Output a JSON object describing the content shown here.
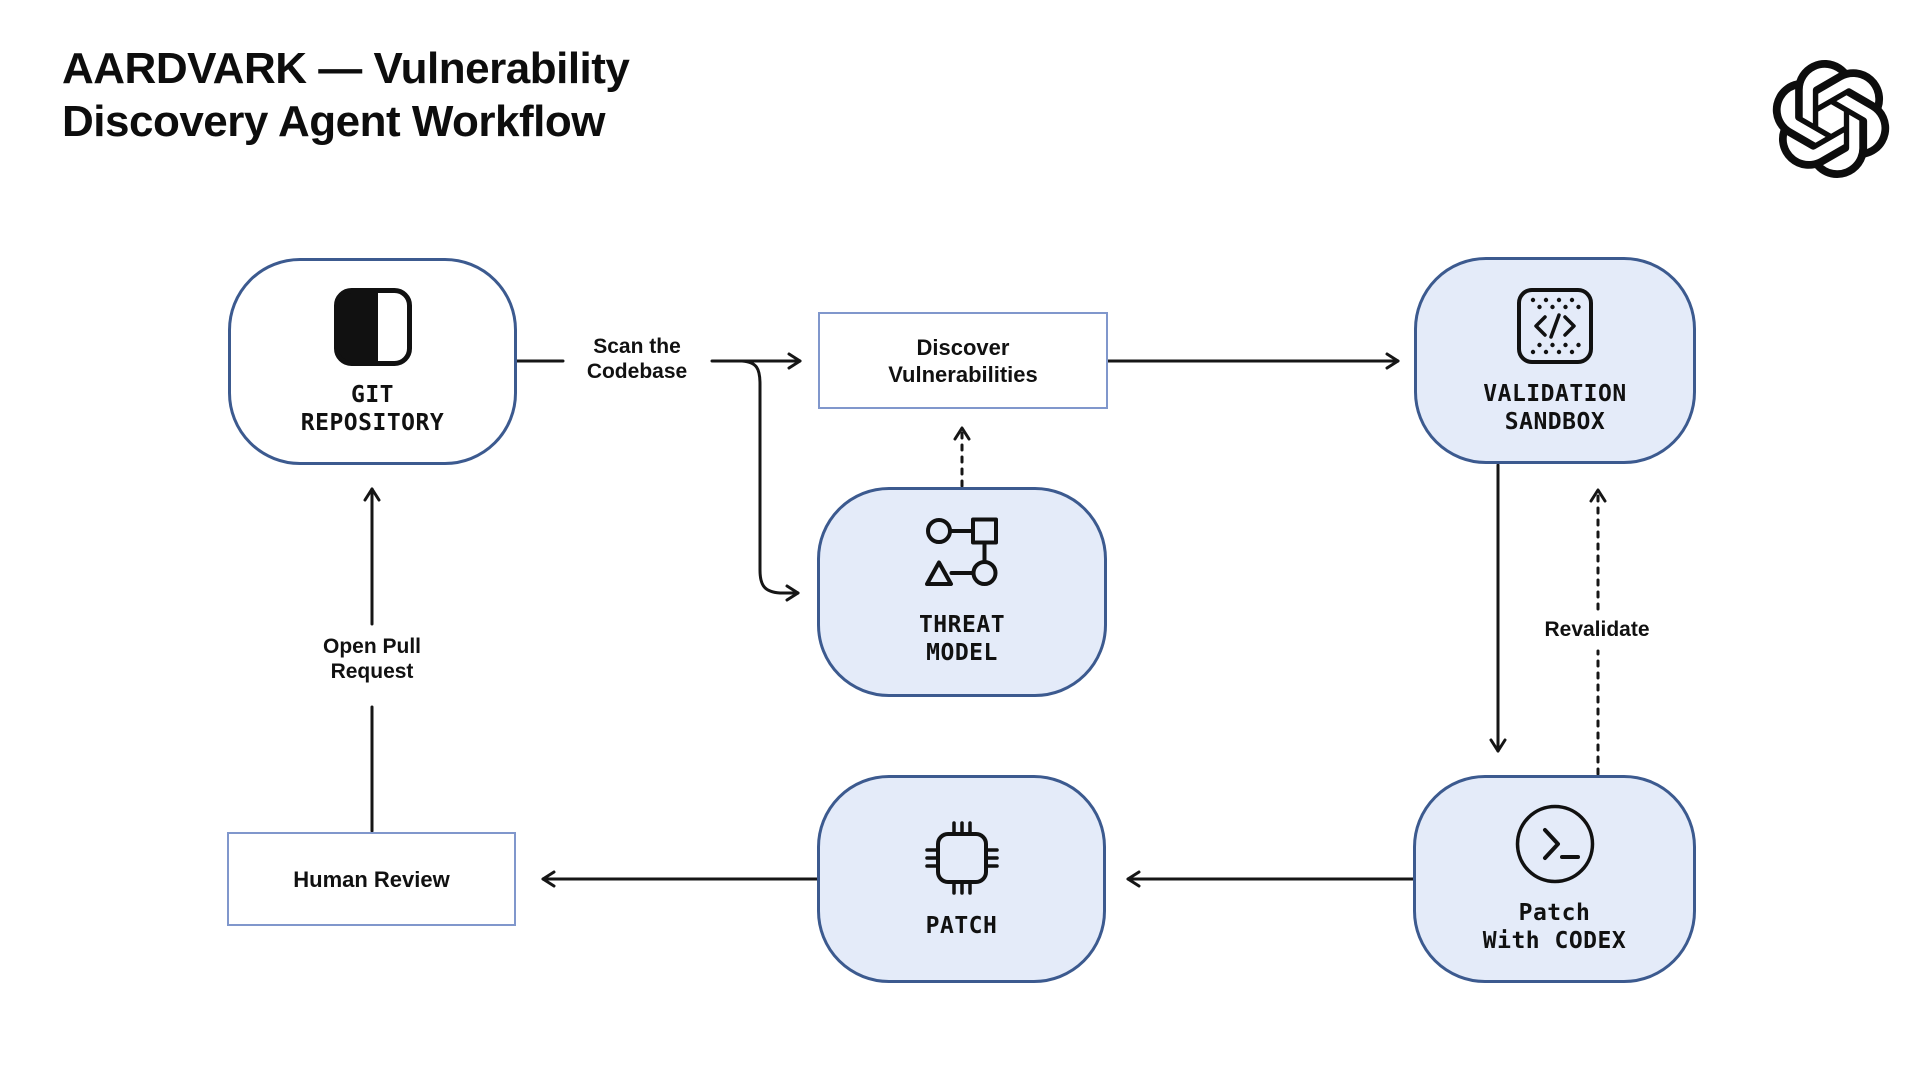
{
  "title": "AARDVARK — Vulnerability\nDiscovery Agent Workflow",
  "logo": "OpenAI",
  "colors": {
    "background": "#ffffff",
    "node_fill_light_blue": "#e4ebf9",
    "node_fill_white": "#ffffff",
    "rounded_node_border": "#3c5a8f",
    "rect_node_border": "#8097cc",
    "connector_line": "#161616",
    "text": "#0d0d0d"
  },
  "nodes": {
    "git_repository": "GIT\nREPOSITORY",
    "discover_vulnerabilities": "Discover\nVulnerabilities",
    "threat_model": "THREAT\nMODEL",
    "validation_sandbox": "VALIDATION\nSANDBOX",
    "patch_with_codex": "Patch\nWith CODEX",
    "patch": "PATCH",
    "human_review": "Human Review"
  },
  "edge_labels": {
    "scan_the_codebase": "Scan the\nCodebase",
    "open_pull_request": "Open Pull\nRequest",
    "revalidate": "Revalidate"
  },
  "edges": [
    {
      "from": "git_repository",
      "to": "discover_vulnerabilities",
      "label": "Scan the Codebase",
      "style": "solid"
    },
    {
      "from": "git_repository",
      "to": "threat_model",
      "label": "Scan the Codebase",
      "style": "solid"
    },
    {
      "from": "threat_model",
      "to": "discover_vulnerabilities",
      "label": "",
      "style": "dashed"
    },
    {
      "from": "discover_vulnerabilities",
      "to": "validation_sandbox",
      "label": "",
      "style": "solid"
    },
    {
      "from": "validation_sandbox",
      "to": "patch_with_codex",
      "label": "",
      "style": "solid"
    },
    {
      "from": "patch_with_codex",
      "to": "validation_sandbox",
      "label": "Revalidate",
      "style": "dashed"
    },
    {
      "from": "patch_with_codex",
      "to": "patch",
      "label": "",
      "style": "solid"
    },
    {
      "from": "patch",
      "to": "human_review",
      "label": "",
      "style": "solid"
    },
    {
      "from": "human_review",
      "to": "git_repository",
      "label": "Open Pull Request",
      "style": "solid"
    }
  ]
}
